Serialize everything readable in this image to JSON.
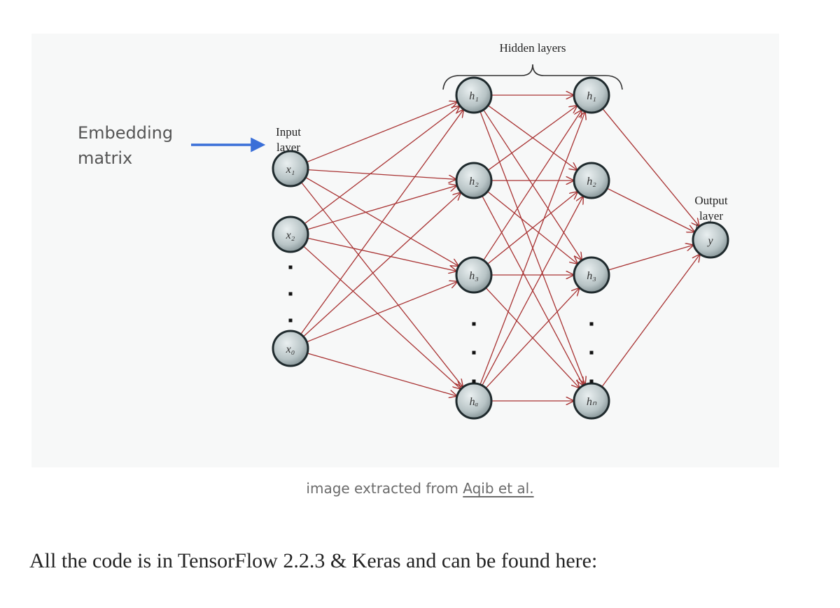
{
  "diagram": {
    "annotation": {
      "line1": "Embedding",
      "line2": "matrix",
      "arrow_color": "#3a6fd8"
    },
    "hidden_label": "Hidden layers",
    "input_label": {
      "line1": "Input",
      "line2": "layer"
    },
    "output_label": {
      "line1": "Output",
      "line2": "layer"
    },
    "input_nodes": [
      "x₁",
      "x₂",
      "x₀"
    ],
    "hidden1_nodes": [
      "h₁",
      "h₂",
      "h₃",
      "hₐ"
    ],
    "hidden2_nodes": [
      "h₁",
      "h₂",
      "h₃",
      "hₙ"
    ],
    "output_nodes": [
      "y"
    ],
    "edge_color": "#a83232",
    "node_fill": "#b8c4c6",
    "node_stroke": "#1f2a2d"
  },
  "caption": {
    "prefix": "image extracted from ",
    "link_text": "Aqib et al."
  },
  "body": {
    "text": "All the code is in TensorFlow 2.2.3 & Keras and can be found here:"
  }
}
